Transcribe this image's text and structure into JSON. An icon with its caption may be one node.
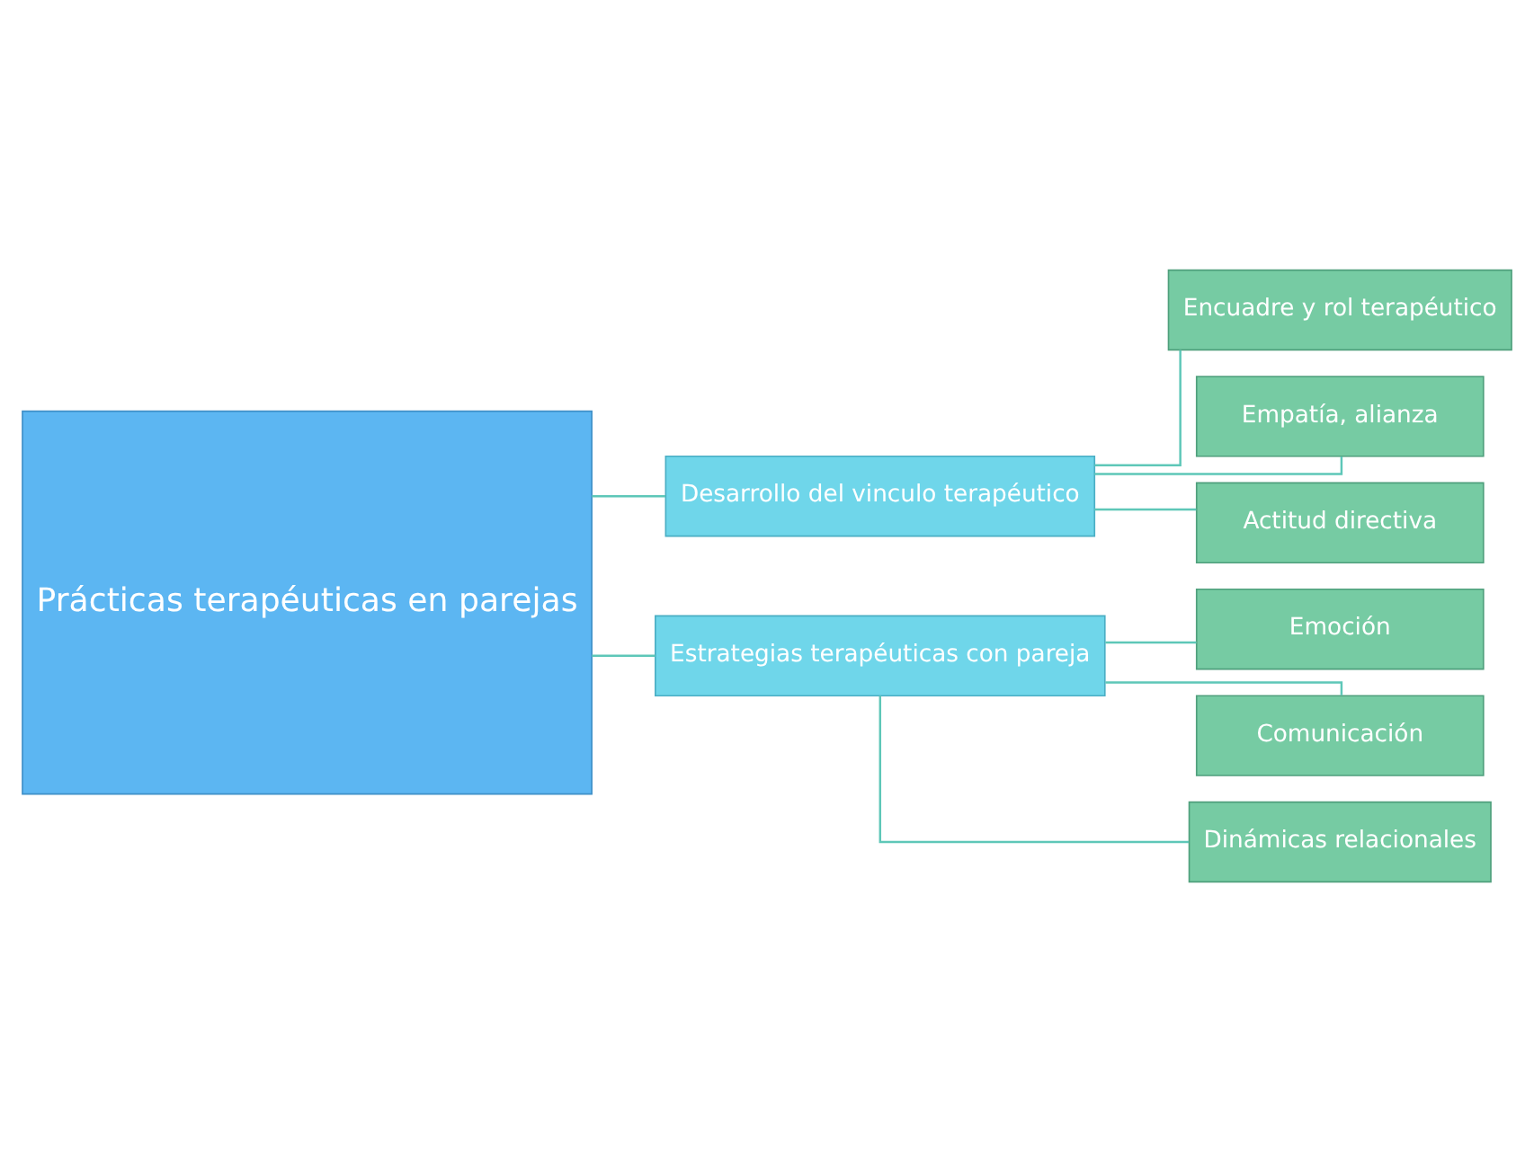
{
  "diagram": {
    "nodes": [
      {
        "text": [
          "Prácticas terapéuticas en parejas"
        ]
      },
      {
        "text": [
          "Desarrollo del vinculo terapéutico"
        ]
      },
      {
        "text": [
          "Encuadre y rol terapéutico"
        ]
      },
      {
        "text": [
          "Empatía, alianza"
        ]
      },
      {
        "text": [
          "Actitud directiva"
        ]
      },
      {
        "text": [
          "Estrategias terapéuticas con pareja"
        ]
      },
      {
        "text": [
          "Emoción"
        ]
      },
      {
        "text": [
          "Comunicación"
        ]
      },
      {
        "text": [
          "Dinámicas relacionales"
        ]
      }
    ],
    "edges": [
      {
        "from": 0,
        "to": 1,
        "arrow": "none"
      },
      {
        "from": 0,
        "to": 5,
        "arrow": "none"
      },
      {
        "from": 1,
        "to": 2,
        "arrow": "none"
      },
      {
        "from": 1,
        "to": 3,
        "arrow": "none"
      },
      {
        "from": 1,
        "to": 4,
        "arrow": "none"
      },
      {
        "from": 5,
        "to": 6,
        "arrow": "none"
      },
      {
        "from": 5,
        "to": 7,
        "arrow": "none"
      },
      {
        "from": 5,
        "to": 8,
        "arrow": "none"
      }
    ]
  }
}
